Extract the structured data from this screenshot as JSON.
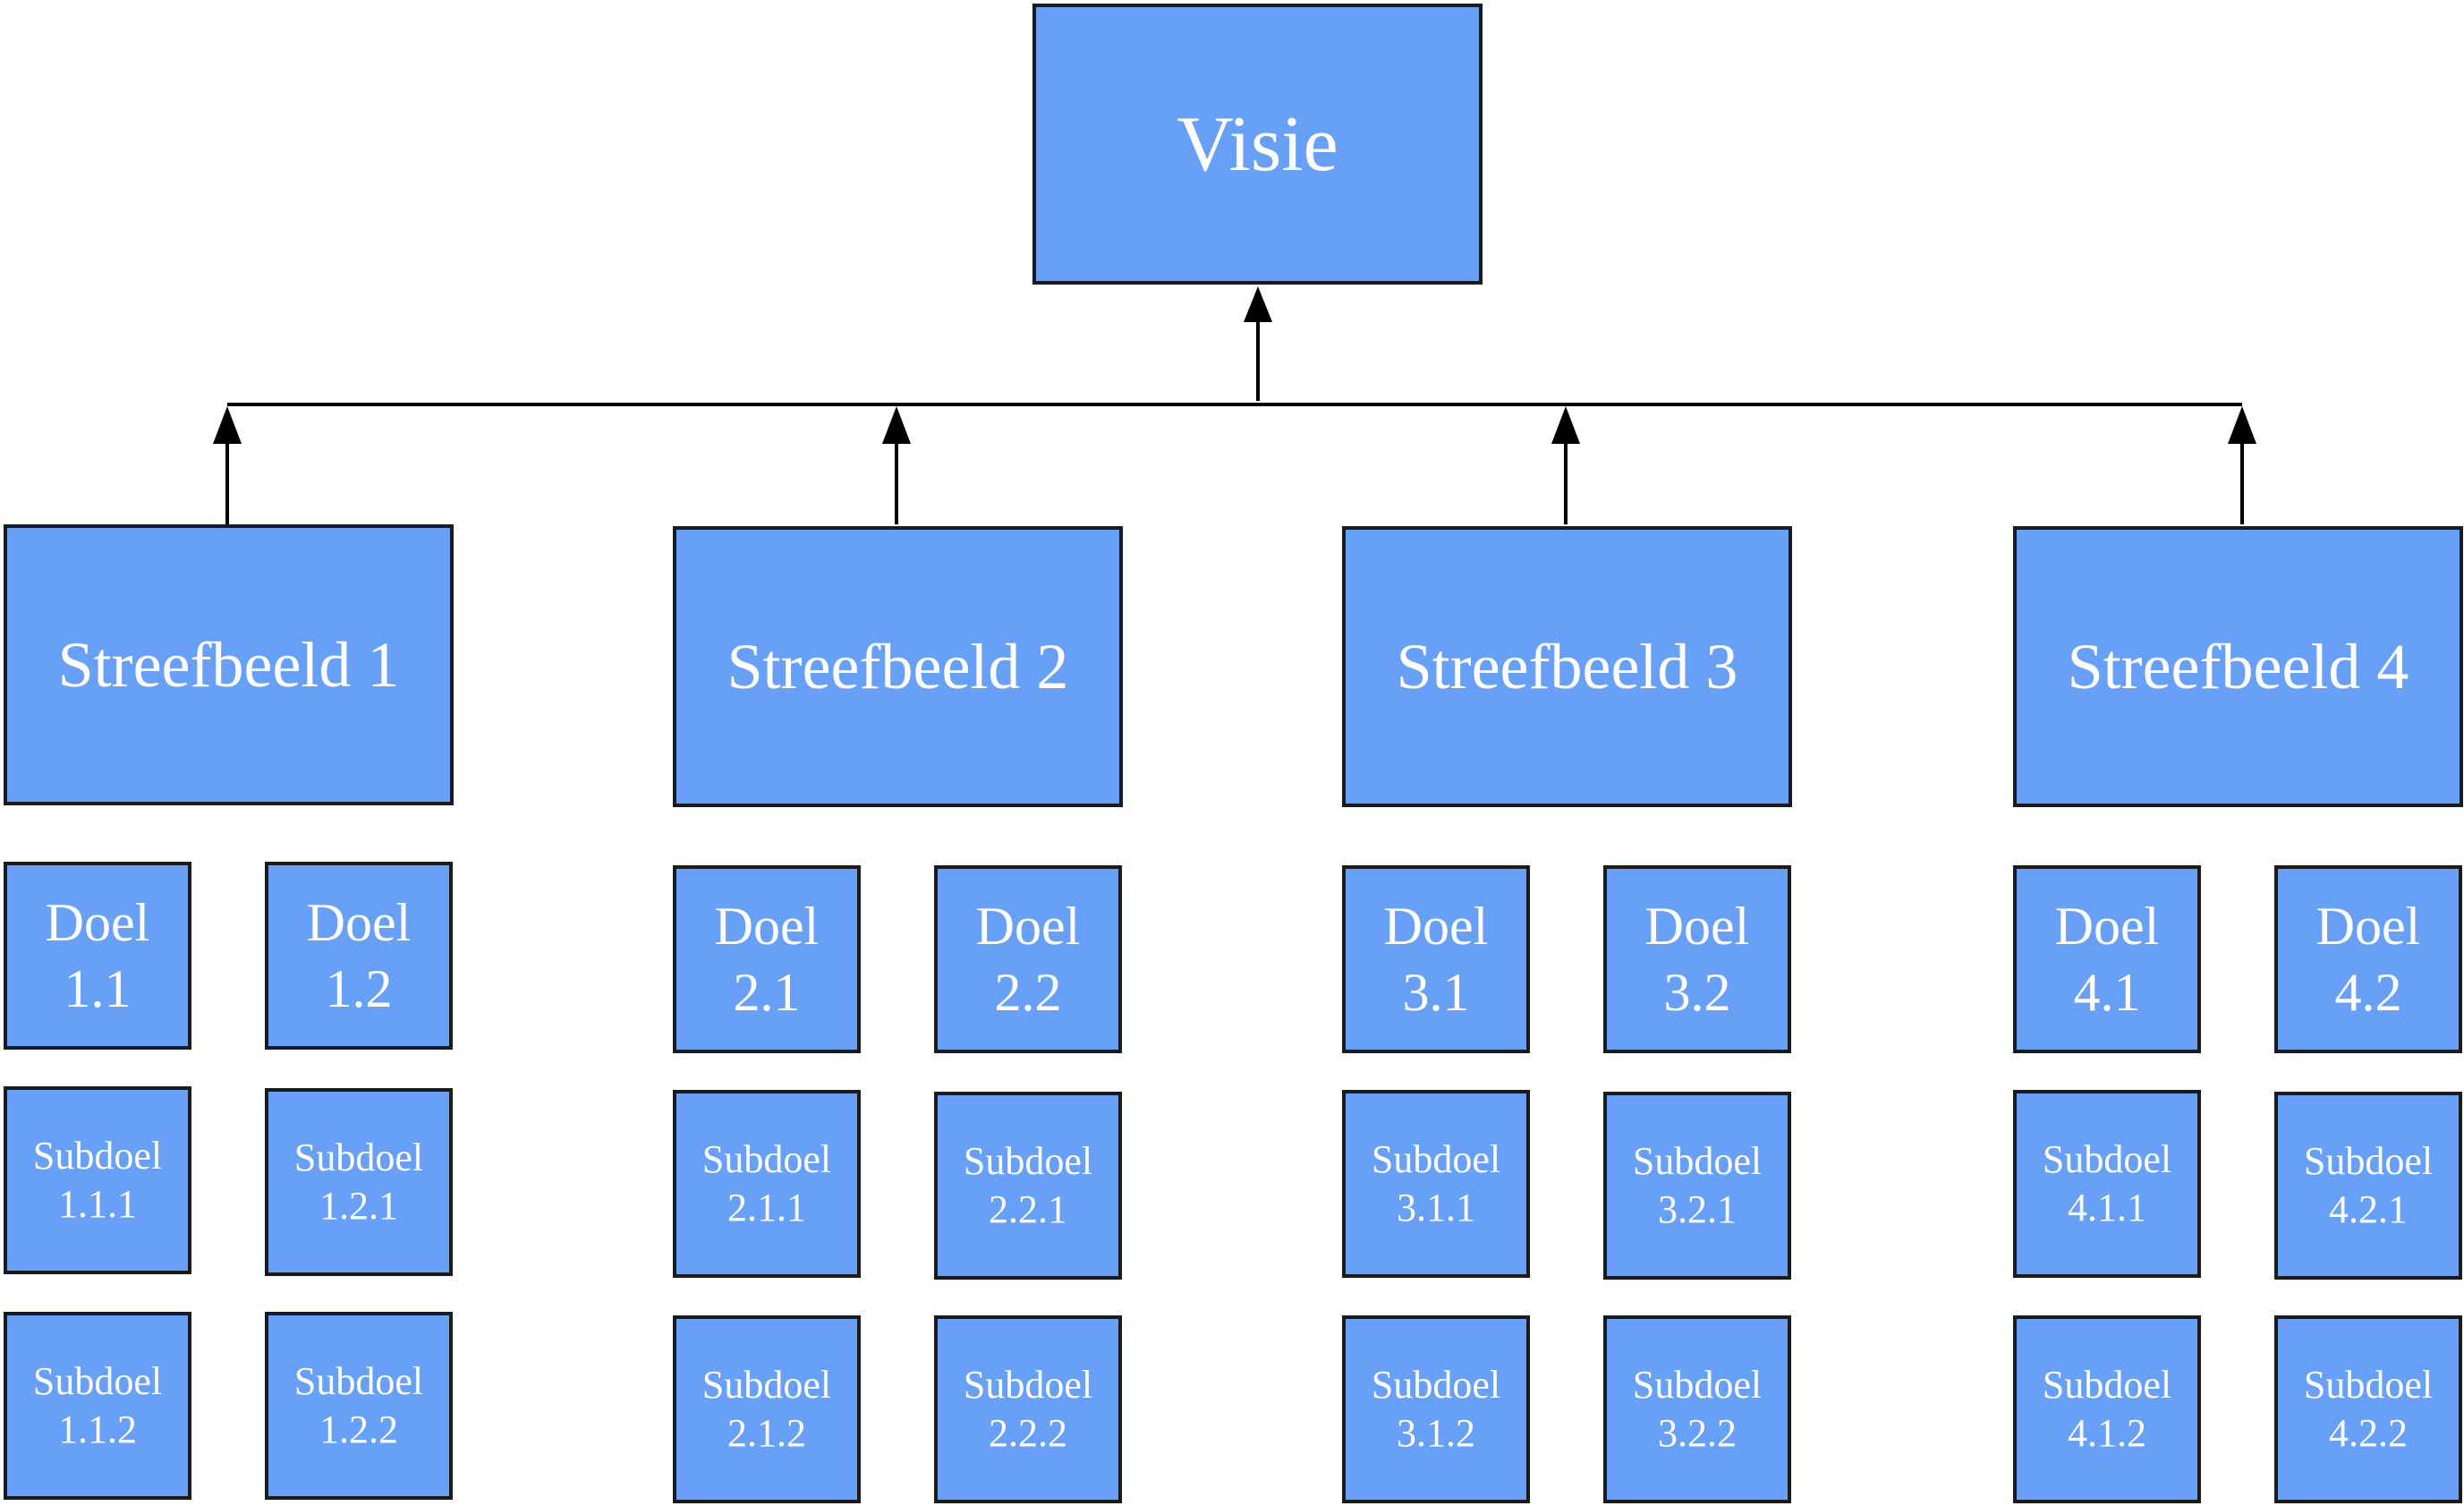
{
  "vision": {
    "label": "Visie"
  },
  "aspirations": [
    {
      "label": "Streefbeeld 1",
      "goals": [
        {
          "line1": "Doel",
          "line2": "1.1",
          "subgoals": [
            {
              "line1": "Subdoel",
              "line2": "1.1.1"
            },
            {
              "line1": "Subdoel",
              "line2": "1.1.2"
            }
          ]
        },
        {
          "line1": "Doel",
          "line2": "1.2",
          "subgoals": [
            {
              "line1": "Subdoel",
              "line2": "1.2.1"
            },
            {
              "line1": "Subdoel",
              "line2": "1.2.2"
            }
          ]
        }
      ]
    },
    {
      "label": "Streefbeeld 2",
      "goals": [
        {
          "line1": "Doel",
          "line2": "2.1",
          "subgoals": [
            {
              "line1": "Subdoel",
              "line2": "2.1.1"
            },
            {
              "line1": "Subdoel",
              "line2": "2.1.2"
            }
          ]
        },
        {
          "line1": "Doel",
          "line2": "2.2",
          "subgoals": [
            {
              "line1": "Subdoel",
              "line2": "2.2.1"
            },
            {
              "line1": "Subdoel",
              "line2": "2.2.2"
            }
          ]
        }
      ]
    },
    {
      "label": "Streefbeeld 3",
      "goals": [
        {
          "line1": "Doel",
          "line2": "3.1",
          "subgoals": [
            {
              "line1": "Subdoel",
              "line2": "3.1.1"
            },
            {
              "line1": "Subdoel",
              "line2": "3.1.2"
            }
          ]
        },
        {
          "line1": "Doel",
          "line2": "3.2",
          "subgoals": [
            {
              "line1": "Subdoel",
              "line2": "3.2.1"
            },
            {
              "line1": "Subdoel",
              "line2": "3.2.2"
            }
          ]
        }
      ]
    },
    {
      "label": "Streefbeeld 4",
      "goals": [
        {
          "line1": "Doel",
          "line2": "4.1",
          "subgoals": [
            {
              "line1": "Subdoel",
              "line2": "4.1.1"
            },
            {
              "line1": "Subdoel",
              "line2": "4.1.2"
            }
          ]
        },
        {
          "line1": "Doel",
          "line2": "4.2",
          "subgoals": [
            {
              "line1": "Subdoel",
              "line2": "4.2.1"
            },
            {
              "line1": "Subdoel",
              "line2": "4.2.2"
            }
          ]
        }
      ]
    }
  ],
  "colors": {
    "box_fill": "#68a0f7",
    "box_border": "#1b1b1b",
    "text": "#ffffff",
    "connector": "#000000"
  }
}
